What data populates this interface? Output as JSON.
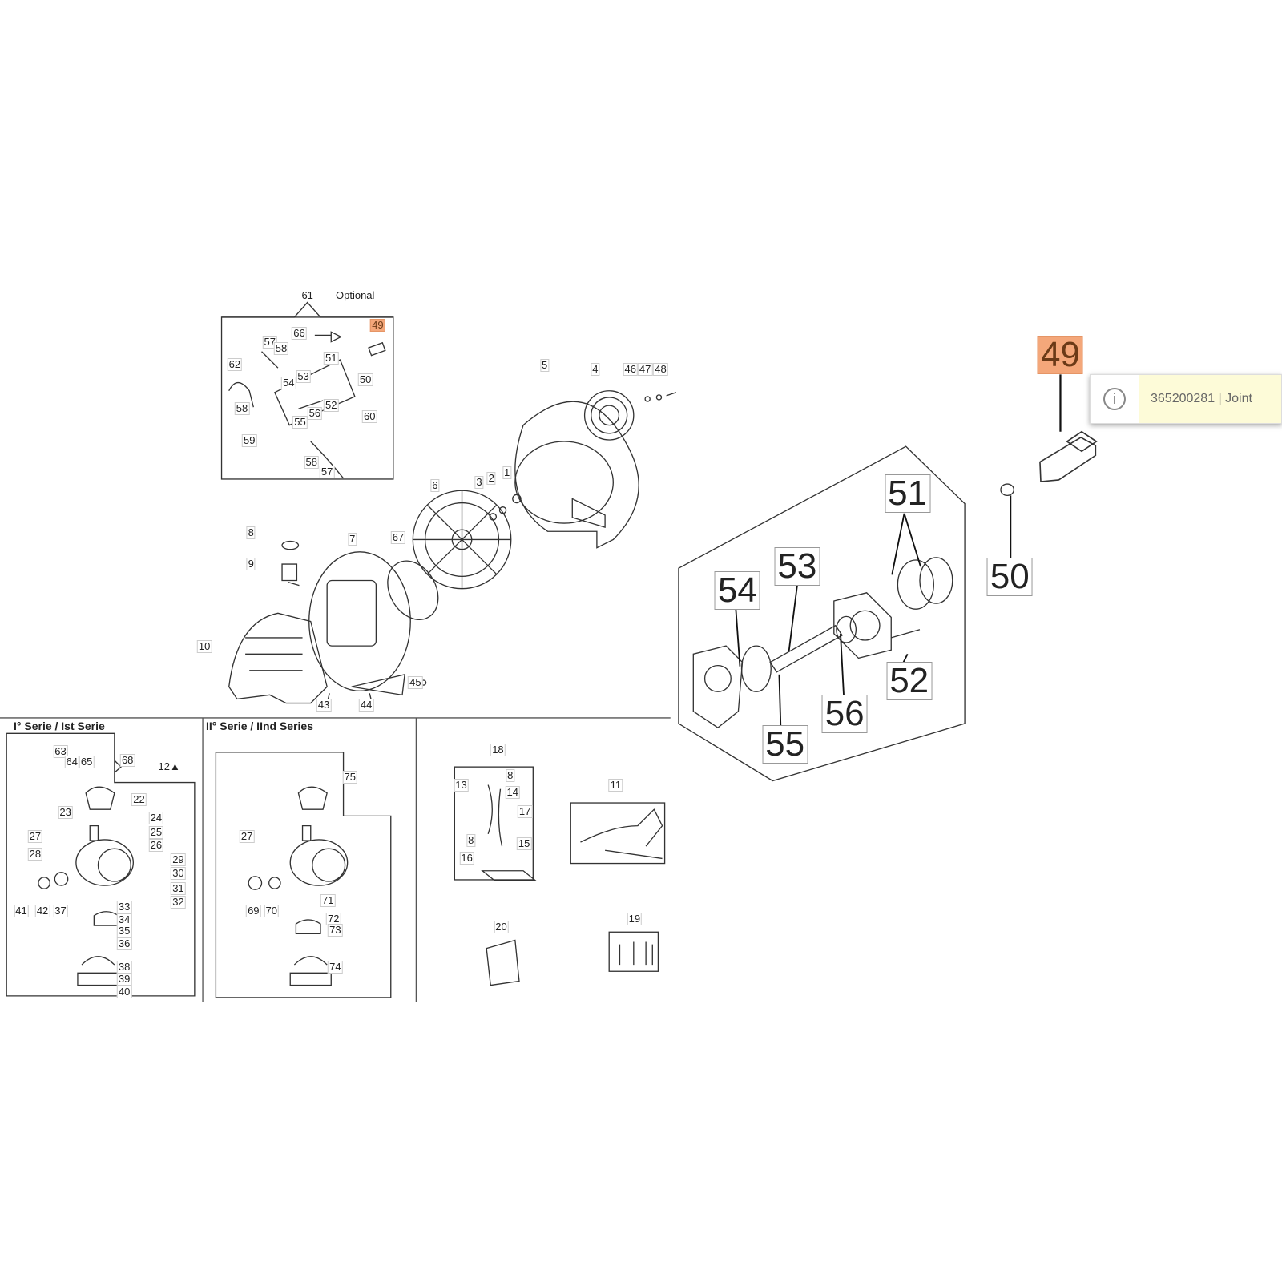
{
  "headings": {
    "optional": "Optional",
    "series1": "I° Serie / Ist Serie",
    "series2": "II° Serie / IInd Series"
  },
  "callouts": [
    "61",
    "66",
    "49",
    "57",
    "58",
    "51",
    "62",
    "54",
    "53",
    "50",
    "58",
    "56",
    "52",
    "60",
    "55",
    "59",
    "58",
    "57",
    "5",
    "4",
    "46",
    "47",
    "48",
    "6",
    "3",
    "2",
    "1",
    "8",
    "7",
    "67",
    "9",
    "10",
    "45",
    "43",
    "44",
    "49",
    "51",
    "53",
    "54",
    "50",
    "52",
    "56",
    "55",
    "18",
    "13",
    "8",
    "14",
    "17",
    "8",
    "15",
    "16",
    "11",
    "20",
    "19",
    "63",
    "64",
    "65",
    "68",
    "12▲",
    "22",
    "23",
    "24",
    "25",
    "26",
    "27",
    "28",
    "29",
    "30",
    "31",
    "32",
    "41",
    "42",
    "37",
    "33",
    "34",
    "35",
    "36",
    "38",
    "39",
    "40",
    "75",
    "27",
    "69",
    "70",
    "71",
    "72",
    "73",
    "74"
  ],
  "tooltip": {
    "icon": "info-icon",
    "text": "365200281 | Joint"
  },
  "colors": {
    "highlight": "#f4a77a",
    "tooltip_bg": "#fdfbd8"
  }
}
